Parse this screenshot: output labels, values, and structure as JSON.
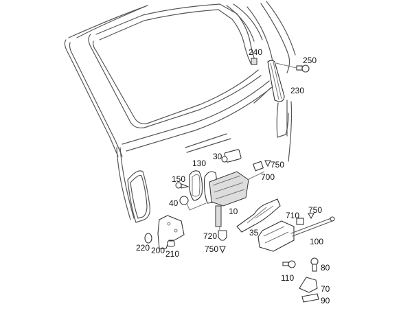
{
  "diagram": {
    "type": "exploded-parts-view",
    "subject": "tailgate lock assembly",
    "labels": {
      "p10": "10",
      "p30": "30",
      "p35": "35",
      "p40": "40",
      "p70": "70",
      "p80": "80",
      "p90": "90",
      "p100": "100",
      "p110": "110",
      "p130": "130",
      "p150": "150",
      "p200": "200",
      "p210": "210",
      "p220": "220",
      "p230": "230",
      "p240": "240",
      "p250": "250",
      "p700": "700",
      "p710": "710",
      "p720": "720",
      "p750a": "750",
      "p750b": "750",
      "p750c": "750"
    }
  }
}
